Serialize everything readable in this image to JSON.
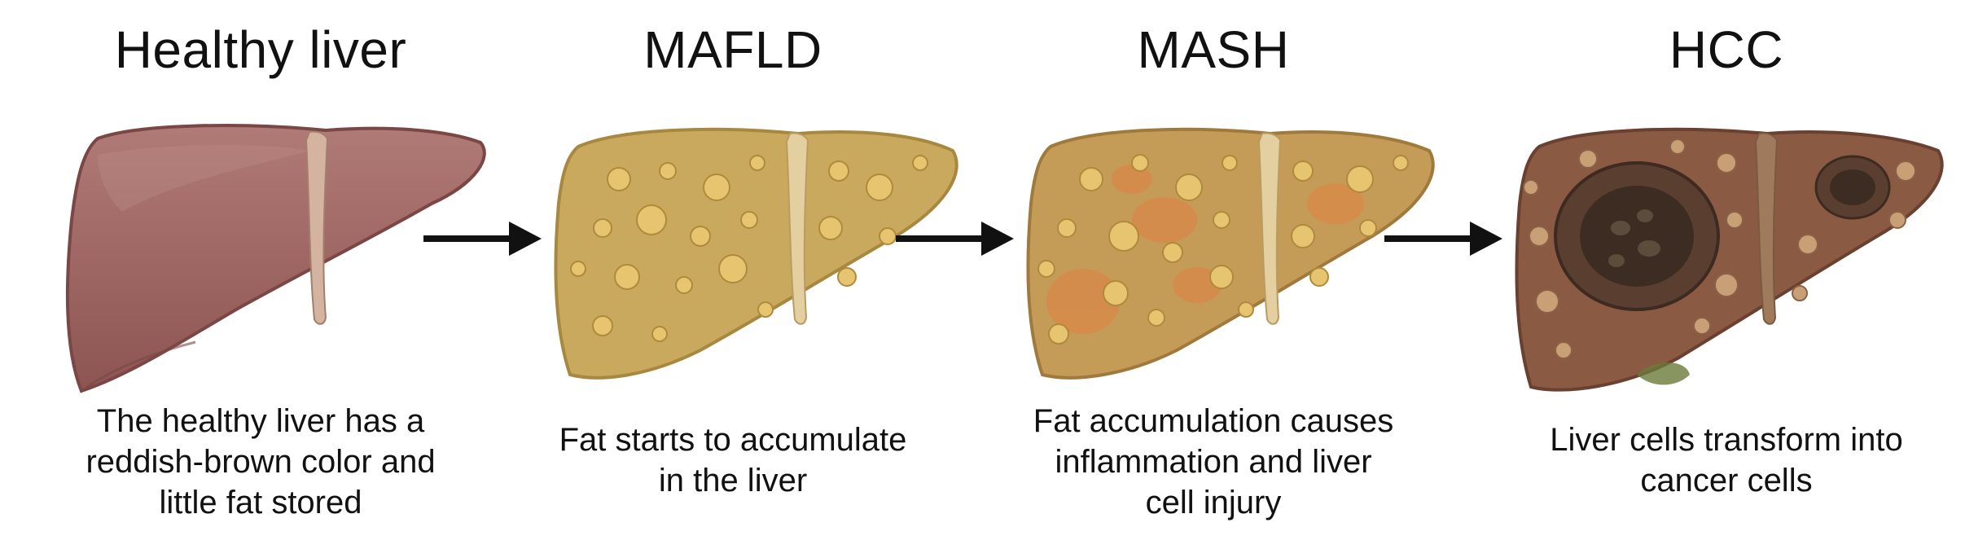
{
  "stages": [
    {
      "title": "Healthy liver",
      "caption": [
        "The healthy liver has a",
        "reddish-brown color and",
        "little fat stored"
      ]
    },
    {
      "title": "MAFLD",
      "caption": [
        "Fat starts to accumulate",
        "in the liver"
      ]
    },
    {
      "title": "MASH",
      "caption": [
        "Fat accumulation causes",
        "inflammation and liver",
        "cell injury"
      ]
    },
    {
      "title": "HCC",
      "caption": [
        "Liver cells transform into",
        "cancer cells"
      ]
    }
  ],
  "colors": {
    "healthy_liver": "#9c6461",
    "mafld_liver": "#c8a860",
    "mash_liver": "#c49a58",
    "hcc_liver": "#8a5a42",
    "fat_droplet": "#e2c06a",
    "inflammation": "#d98848",
    "tumor": "#3d2c22",
    "arrow": "#111111"
  },
  "icons": [
    "healthy-liver-illustration",
    "mafld-liver-illustration",
    "mash-liver-illustration",
    "hcc-liver-illustration",
    "arrow-right-icon"
  ]
}
